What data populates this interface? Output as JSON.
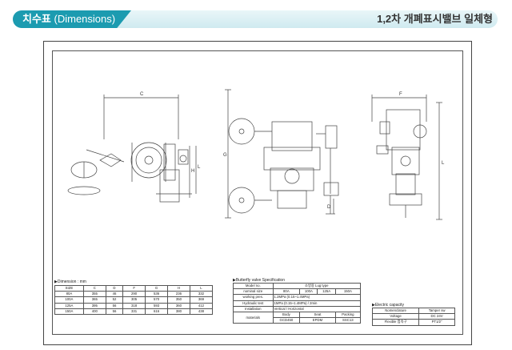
{
  "header": {
    "title_ko": "치수표",
    "title_en": "(Dimensions)",
    "product_name": "1,2차 개폐표시밸브 일체형"
  },
  "colors": {
    "accent": "#1c9bb0",
    "pill": "#d4edf2",
    "line": "#444444"
  },
  "drawings": {
    "front_labels": {
      "width": "C",
      "height_h": "H",
      "height_l": "L"
    },
    "side_labels": {
      "height_g": "G",
      "offset_d": "D"
    },
    "right_labels": {
      "width_f": "F",
      "height_l": "L"
    }
  },
  "dimension_table": {
    "title": "▶Dimension : mm",
    "headers": [
      "SIZE",
      "C",
      "D",
      "F",
      "G",
      "H",
      "L"
    ],
    "rows": [
      [
        "80A",
        "355",
        "46",
        "290",
        "536",
        "236",
        "332"
      ],
      [
        "100A",
        "365",
        "52",
        "305",
        "570",
        "350",
        "369"
      ],
      [
        "125A",
        "395",
        "56",
        "318",
        "593",
        "360",
        "412"
      ],
      [
        "150A",
        "400",
        "56",
        "331",
        "616",
        "380",
        "438"
      ]
    ]
  },
  "butterfly_spec": {
    "title": "▶Butterfly valve Specification",
    "model_label": "Model no.",
    "model_value": "소방용 Lug type",
    "nominal_label": "nominal size",
    "nominal_values": [
      "80A",
      "100A",
      "125A",
      "150A"
    ],
    "working_label": "working pres.",
    "working_value": "1.2MPa (0.15~1.4MPa)",
    "hydro_label": "Hydraulic test",
    "hydro_value": "1MPa (0.15~1.4MPa) / 2min",
    "install_label": "Installation",
    "install_value": "Vertical / Horizontal",
    "materials_label": "materials",
    "material_headers": [
      "Body",
      "Seat",
      "Packing"
    ],
    "material_values": [
      "GCD450",
      "EPDM",
      "SSC13"
    ]
  },
  "electric_spec": {
    "title": "▶Electric capacity",
    "rows": [
      [
        "Nomenclature",
        "Tamper sw"
      ],
      [
        "Voltage",
        "DC 24V"
      ],
      [
        "Flexible 접속구",
        "PT1/2\""
      ]
    ]
  }
}
